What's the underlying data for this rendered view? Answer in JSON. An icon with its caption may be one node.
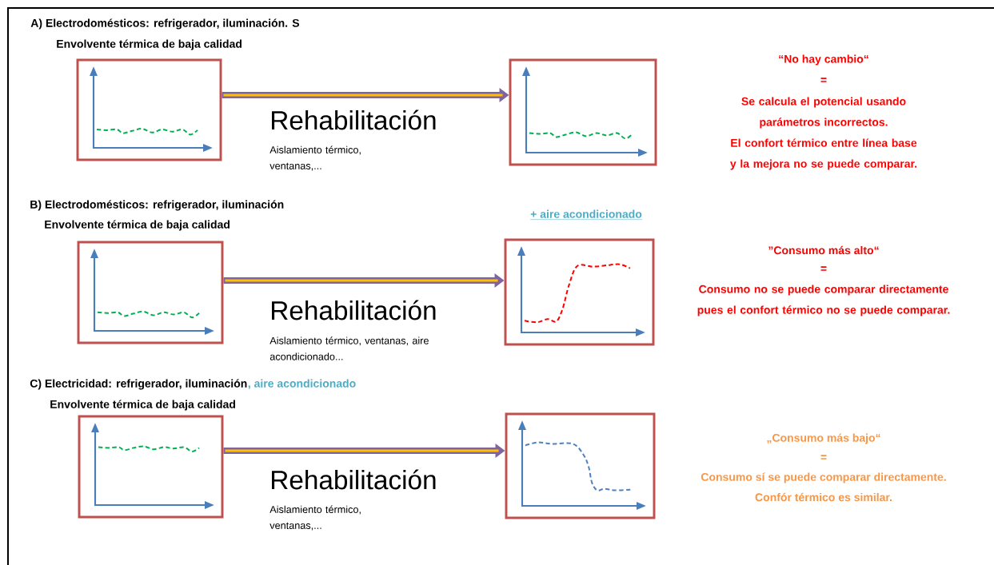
{
  "diagram": {
    "nodes": [
      {
        "text": [],
        "shape": "box"
      },
      {
        "text": [],
        "shape": "box"
      },
      {
        "text": [],
        "shape": "box"
      },
      {
        "text": [],
        "shape": "box"
      },
      {
        "text": [],
        "shape": "box"
      },
      {
        "text": [],
        "shape": "box"
      }
    ],
    "edges": [
      {
        "from": 0,
        "to": 1,
        "arrow": "to",
        "label": "Rehabilitación"
      },
      {
        "from": 2,
        "to": 3,
        "arrow": "to",
        "label": "Rehabilitación"
      },
      {
        "from": 4,
        "to": 5,
        "arrow": "to",
        "label": "Rehabilitación"
      }
    ],
    "labels": [
      "A) Electrodomésticos: refrigerador, iluminación. S",
      "Envolvente térmica de baja calidad",
      "Aislamiento térmico, ventanas,...",
      "“No hay cambio“",
      "=",
      "Se calcula el potencial usando parámetros incorrectos.",
      "El confort térmico entre línea base y la mejora no se puede comparar.",
      "B) Electrodomésticos: refrigerador, iluminación",
      "+ aire acondicionado",
      "Envolvente térmica de baja calidad",
      "Aislamiento térmico, ventanas, aire acondicionado...",
      "”Consumo más alto“",
      "=",
      "Consumo no se puede comparar directamente pues el confort térmico no se puede comparar.",
      "C) Electricidad: refrigerador, iluminación",
      ", aire acondicionado",
      "Envolvente térmica de baja calidad",
      "Aislamiento térmico, ventanas,...",
      "„Consumo más bajo“",
      "=",
      "Consumo sí se puede comparar directamente.",
      "Confór térmico es similar."
    ]
  }
}
